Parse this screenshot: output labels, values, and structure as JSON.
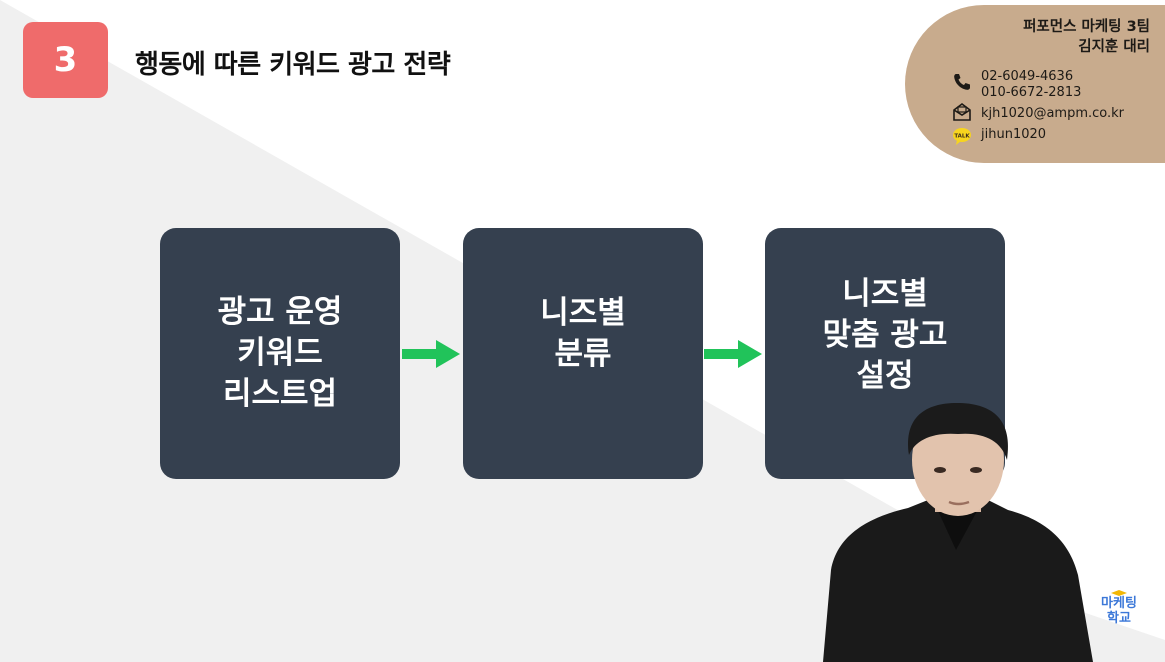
{
  "slide": {
    "section_number": "3",
    "title": "행동에 따른 키워드 광고 전략"
  },
  "flow": {
    "steps": [
      {
        "lines": [
          "광고 운영",
          "키워드",
          "리스트업"
        ]
      },
      {
        "lines": [
          "니즈별",
          "분류"
        ]
      },
      {
        "lines": [
          "니즈별",
          "맞춤 광고",
          "설정"
        ]
      }
    ],
    "arrow_color": "#21c35a",
    "card_color": "#35404f"
  },
  "contact": {
    "team": "퍼포먼스 마케팅 3팀",
    "name": "김지훈 대리",
    "phone_office": "02-6049-4636",
    "phone_mobile": "010-6672-2813",
    "email": "kjh1020@ampm.co.kr",
    "kakao_id": "jihun1020",
    "icons": [
      "phone-icon",
      "mail-icon",
      "kakaotalk-icon"
    ],
    "background_color": "#c8ab8d"
  },
  "logo": {
    "line1": "마케팅",
    "line2": "학교"
  },
  "colors": {
    "badge": "#ef6b6b",
    "background_triangle": "#efefef"
  }
}
